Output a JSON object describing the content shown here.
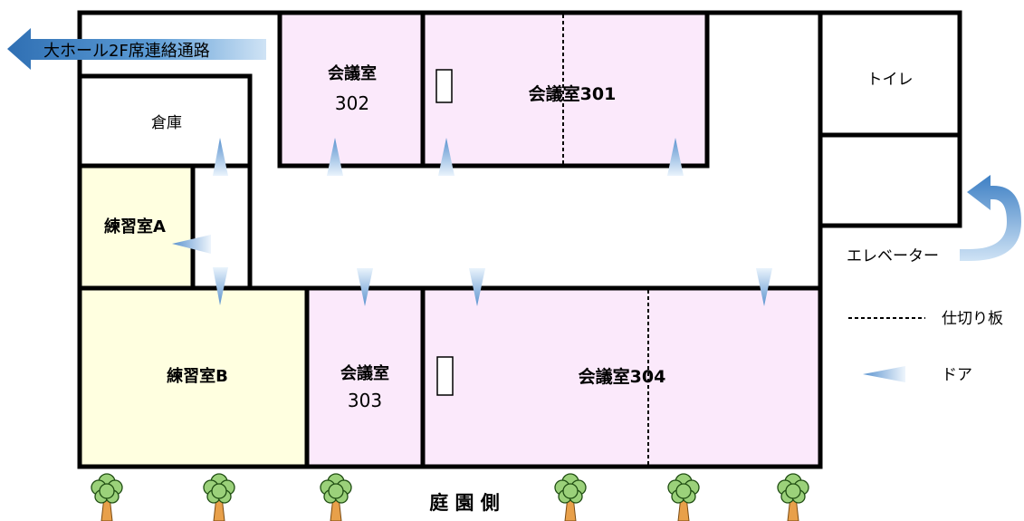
{
  "colors": {
    "wall": "#000000",
    "meeting_room_fill": "#fbe9fb",
    "practice_room_fill": "#ffffe0",
    "plain_room_fill": "#ffffff",
    "door_marker": "#6fa7d8",
    "door_marker_light": "#e7f2fb",
    "arrow_blue": "#5b9bd5",
    "tree_leaf": "#9bd17a",
    "tree_trunk": "#e8a04a"
  },
  "rooms": {
    "storage": "倉庫",
    "practice_a": "練習室A",
    "practice_b": "練習室B",
    "meeting_302_line1": "会議室",
    "meeting_302_line2": "302",
    "meeting_301": "会議室301",
    "meeting_303_line1": "会議室",
    "meeting_303_line2": "303",
    "meeting_304": "会議室304",
    "toilet": "トイレ"
  },
  "labels": {
    "passage": "大ホール2F席連絡通路",
    "elevator": "エレベーター",
    "garden": "庭 園 側"
  },
  "legend": {
    "partition": "仕切り板",
    "door": "ドア"
  },
  "icons": {
    "passage_arrow": "left-arrow-icon",
    "elevator_arrow": "u-turn-arrow-icon",
    "tree": "tree-icon",
    "door": "door-triangle-icon"
  }
}
